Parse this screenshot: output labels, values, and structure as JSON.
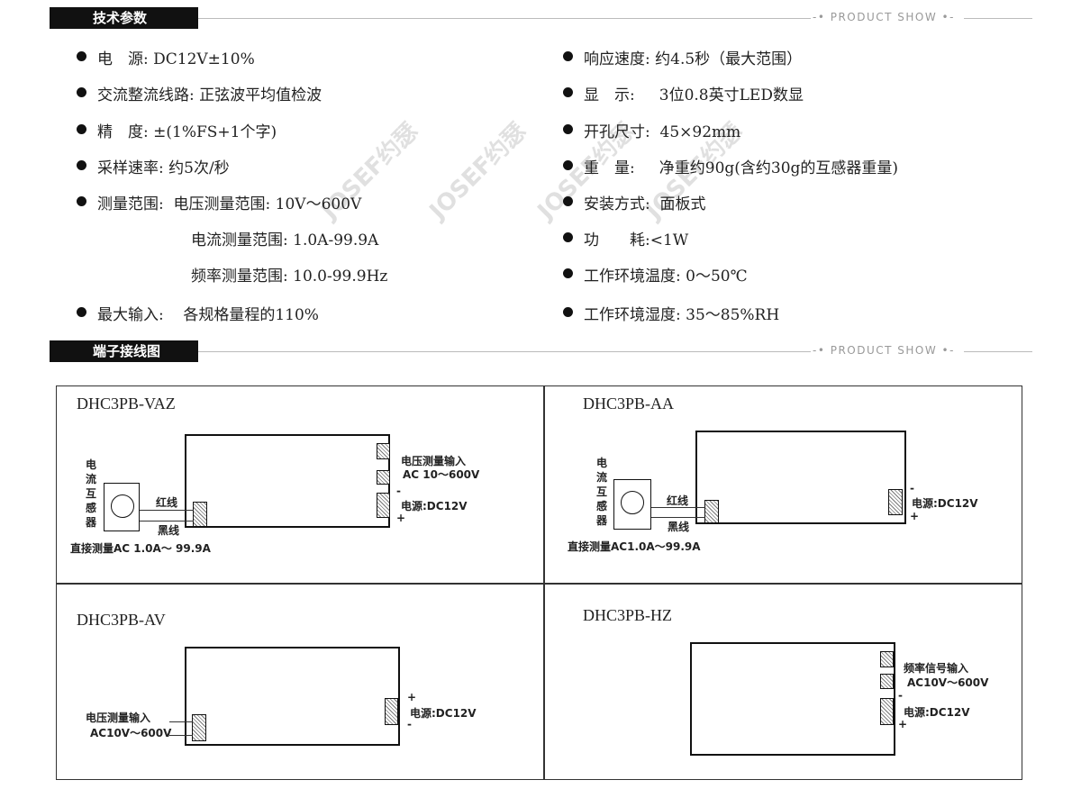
{
  "sections": {
    "tech": "技术参数",
    "wiring": "端子接线图",
    "product_show": "-• PRODUCT SHOW •-"
  },
  "watermark": "JOSEF约瑟",
  "specs_left": [
    {
      "label": "电　源:",
      "value": "DC12V±10%"
    },
    {
      "label": "交流整流线路:",
      "value": "正弦波平均值检波"
    },
    {
      "label": "精　度:",
      "value": "±(1%FS+1个字)"
    },
    {
      "label": "采样速率:",
      "value": "约5次/秒"
    },
    {
      "label": "测量范围:",
      "value": "电压测量范围: 10V～600V"
    },
    {
      "label": "",
      "value": "电流测量范围: 1.0A-99.9A"
    },
    {
      "label": "",
      "value": "频率测量范围: 10.0-99.9Hz"
    },
    {
      "label": "最大输入:",
      "value": "各规格量程的110%"
    }
  ],
  "specs_right": [
    {
      "label": "响应速度:",
      "value": "约4.5秒（最大范围）"
    },
    {
      "label": "显　示:",
      "value": "3位0.8英寸LED数显"
    },
    {
      "label": "开孔尺寸:",
      "value": "45×92mm"
    },
    {
      "label": "重　量:",
      "value": "净重约90g(含约30g的互感器重量)"
    },
    {
      "label": "安装方式:",
      "value": "面板式"
    },
    {
      "label": "功　　耗:",
      "value": "<1W"
    },
    {
      "label": "工作环境温度:",
      "value": "0～50℃"
    },
    {
      "label": "工作环境湿度:",
      "value": "35～85%RH"
    }
  ],
  "diagrams": {
    "vaz": {
      "title": "DHC3PB-VAZ",
      "ct": "电流互感器",
      "red": "红线",
      "black": "黑线",
      "direct": "直接测量AC 1.0A～ 99.9A",
      "vin": "电压测量输入",
      "vrange": "AC 10～600V",
      "minus": "-",
      "power": "电源:DC12V",
      "plus": "+"
    },
    "aa": {
      "title": "DHC3PB-AA",
      "ct": "电流互感器",
      "red": "红线",
      "black": "黑线",
      "direct": "直接测量AC1.0A～99.9A",
      "minus": "-",
      "power": "电源:DC12V",
      "plus": "+"
    },
    "av": {
      "title": "DHC3PB-AV",
      "vin": "电压测量输入",
      "vrange": "AC10V～600V",
      "plus": "+",
      "power": "电源:DC12V",
      "minus": "-"
    },
    "hz": {
      "title": "DHC3PB-HZ",
      "fin": "频率信号输入",
      "vrange": "AC10V～600V",
      "minus": "-",
      "power": "电源:DC12V",
      "plus": "+"
    }
  }
}
